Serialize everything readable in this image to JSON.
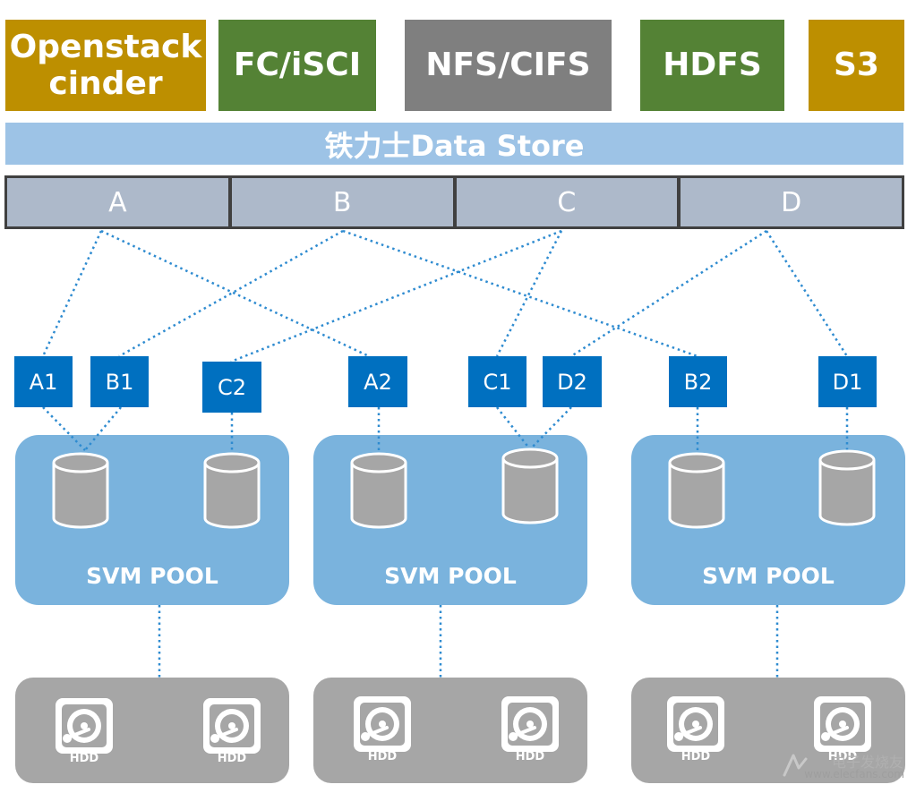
{
  "protocols": {
    "openstack_cinder": "Openstack\ncinder",
    "fc_iscsi": "FC/iSCI",
    "nfs_cifs": "NFS/CIFS",
    "hdfs": "HDFS",
    "s3": "S3"
  },
  "data_store": "铁力士Data Store",
  "volumes": [
    "A",
    "B",
    "C",
    "D"
  ],
  "replicas": [
    "A1",
    "B1",
    "C2",
    "A2",
    "C1",
    "D2",
    "B2",
    "D1"
  ],
  "pools": [
    "SVM POOL",
    "SVM POOL",
    "SVM POOL"
  ],
  "hdd_label": "HDD",
  "watermark": {
    "cn": "电子发烧友",
    "url": "www.elecfans.com"
  },
  "colors": {
    "protocol_olive": "#bd8f00",
    "protocol_green": "#548235",
    "protocol_gray": "#7f7f7f",
    "data_store": "#9dc3e6",
    "volume": "#adb9ca",
    "svm_node": "#0070c0",
    "pool": "#7ab3dd",
    "hdd_tray": "#a6a6a6",
    "link": "#2e8bd0"
  }
}
